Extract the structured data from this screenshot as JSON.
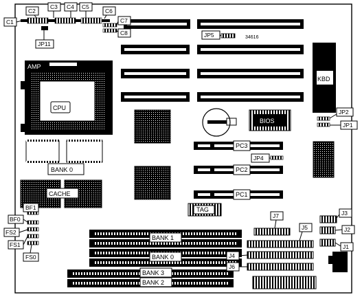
{
  "chip_labels": {
    "amp": "AMP",
    "cpu": "CPU",
    "bios": "BIOS",
    "kbd": "KBD",
    "tag": "TAG",
    "bank0_cache": "BANK 0",
    "cache": "CACHE",
    "board_number": "34616"
  },
  "slot_labels": {
    "pc1": "PC1",
    "pc2": "PC2",
    "pc3": "PC3"
  },
  "simm_labels": {
    "bank1": "BANK 1",
    "bank0": "BANK 0",
    "bank3": "BANK 3",
    "bank2": "BANK 2"
  },
  "callouts": {
    "c1": "C1",
    "c2": "C2",
    "c3": "C3",
    "c4": "C4",
    "c5": "C5",
    "c6": "C6",
    "c7": "C7",
    "c8": "C8",
    "jp11": "JP11",
    "jp5": "JP5",
    "jp4": "JP4",
    "jp2": "JP2",
    "jp1": "JP1",
    "bf1": "BF1",
    "bf0": "BF0",
    "fs2": "FS2",
    "fs1": "FS1",
    "fs0": "FS0",
    "j1": "J1",
    "j2": "J2",
    "j3": "J3",
    "j4": "J4",
    "j5": "J5",
    "j6": "J6",
    "j7": "J7"
  }
}
